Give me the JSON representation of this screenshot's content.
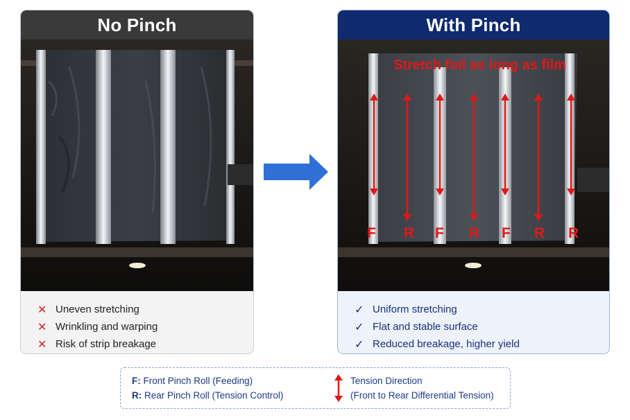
{
  "left_panel": {
    "title": "No Pinch",
    "bullets": [
      "Uneven stretching",
      "Wrinkling and warping",
      "Risk of strip breakage"
    ],
    "bullet_icon": "x-icon",
    "accent": "#d62020"
  },
  "right_panel": {
    "title": "With Pinch",
    "overlay_caption": "Stretch foil as long as film",
    "roll_labels": [
      "F",
      "R",
      "F",
      "R",
      "F",
      "R",
      "R"
    ],
    "bullets": [
      "Uniform stretching",
      "Flat and stable surface",
      "Reduced breakage, higher yield"
    ],
    "bullet_icon": "check-icon",
    "accent": "#0f2a6e"
  },
  "legend": {
    "f_key": "F:",
    "f_text": "Front Pinch Roll (Feeding)",
    "r_key": "R:",
    "r_text": "Rear Pinch Roll (Tension Control)",
    "tension_title": "Tension Direction",
    "tension_sub": "(Front to Rear Differential Tension)"
  },
  "colors": {
    "arrow_blue": "#2f6fd6",
    "tension_red": "#e01818"
  }
}
